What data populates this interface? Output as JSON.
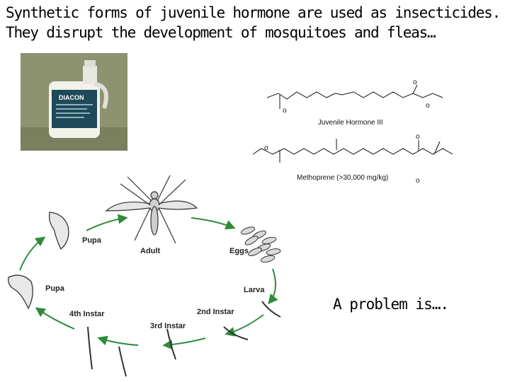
{
  "slide": {
    "title_line1": "Synthetic forms of juvenile hormone are used as insecticides.",
    "title_line2": "They disrupt the development of mosquitoes and fleas…",
    "problem_text": "A problem is…."
  },
  "product": {
    "label": "DIACON"
  },
  "chemistry": {
    "compound1": "Juvenile Hormone III",
    "compound2": "Methoprene (>30,000 mg/kg)",
    "oxygen": "o"
  },
  "life_cycle": {
    "stages": {
      "pupa_top": "Pupa",
      "adult": "Adult",
      "eggs": "Eggs",
      "pupa_left": "Pupa",
      "larva": "Larva",
      "instar4": "4th Instar",
      "instar2": "2nd Instar",
      "instar3": "3rd Instar"
    }
  },
  "colors": {
    "cycle_arrow": "#2e8b3a",
    "bottle_label": "#1e4a5a"
  }
}
